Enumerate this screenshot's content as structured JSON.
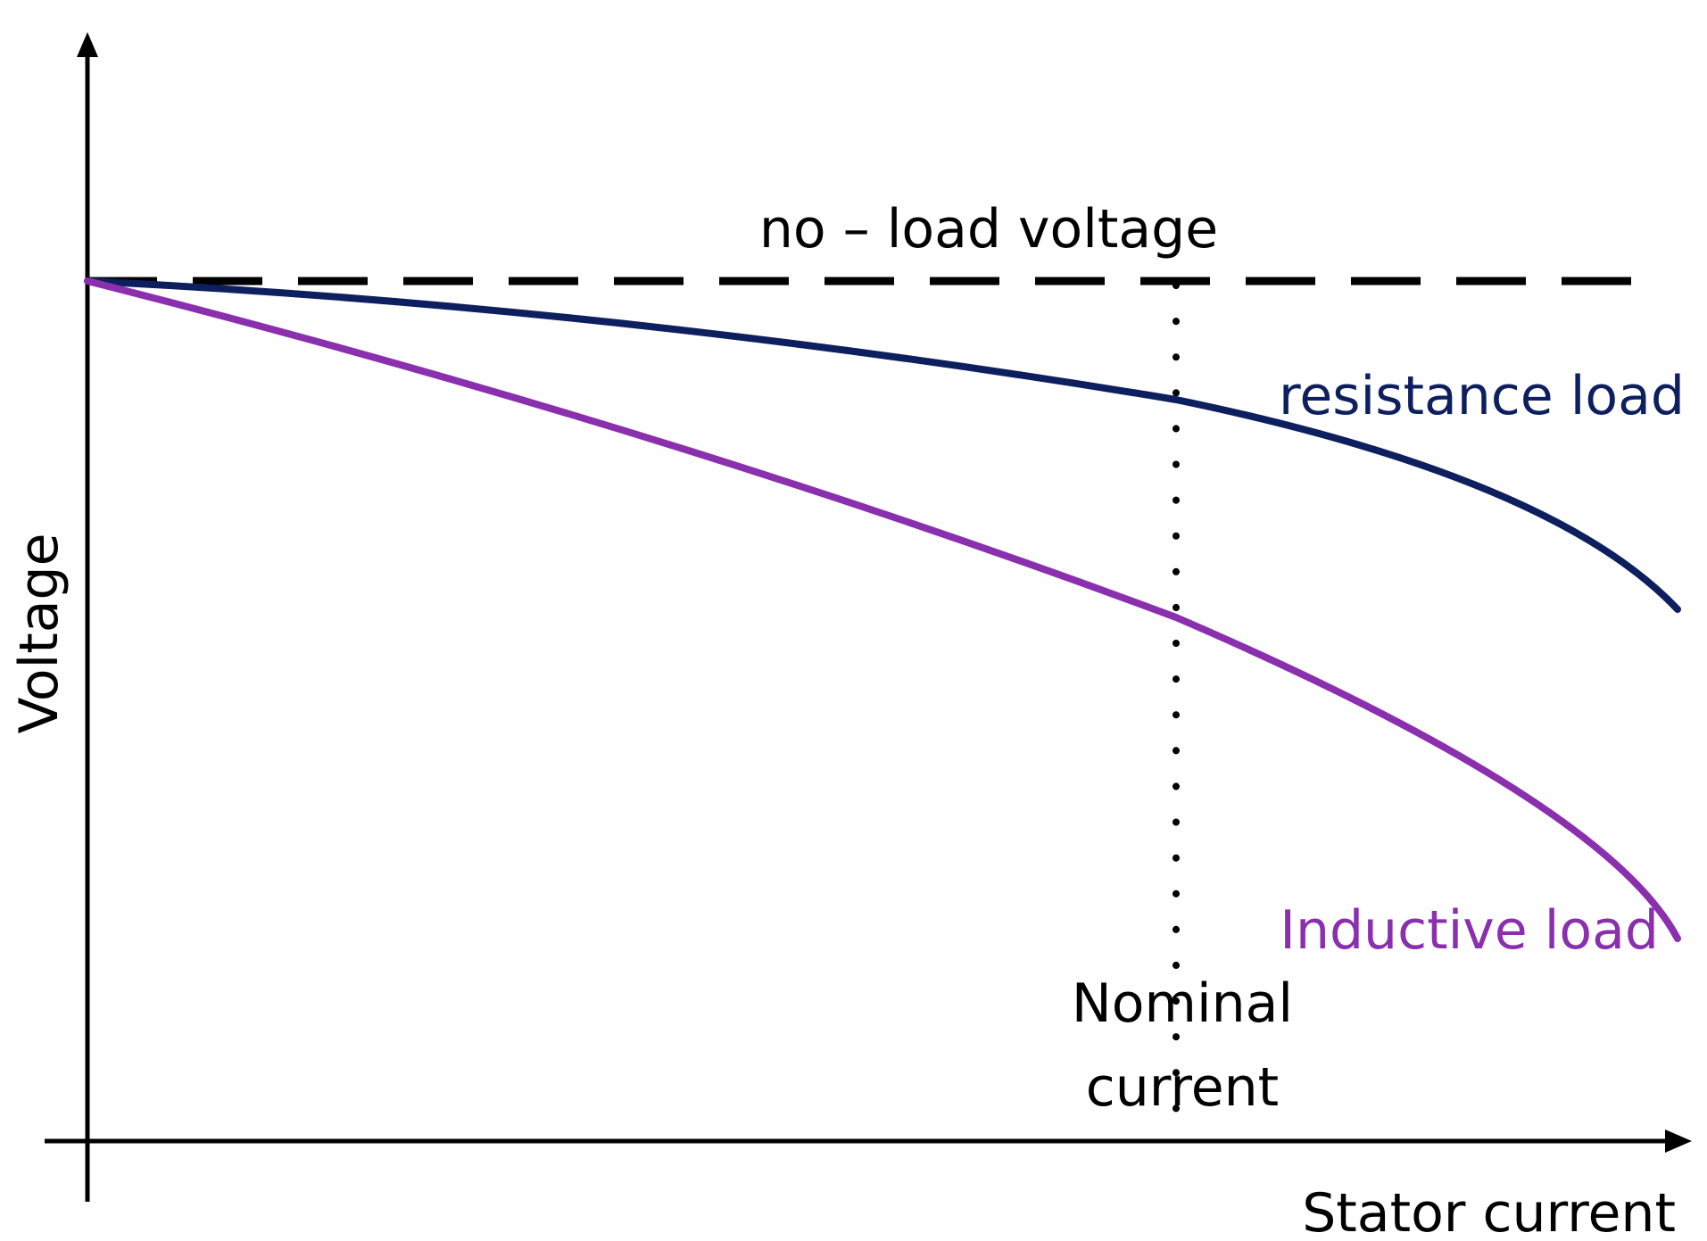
{
  "axes": {
    "x_label": "Stator current",
    "y_label": "Voltage"
  },
  "annotations": {
    "no_load": "no – load voltage",
    "nominal_line1": "Nominal",
    "nominal_line2": "current"
  },
  "curves": {
    "resistance": {
      "label": "resistance load",
      "color": "#0d1f5e"
    },
    "inductive": {
      "label": "Inductive load",
      "color": "#8a2fae"
    }
  },
  "colors": {
    "axis": "#000000",
    "no_load_line": "#000000",
    "nominal_line": "#000000"
  }
}
